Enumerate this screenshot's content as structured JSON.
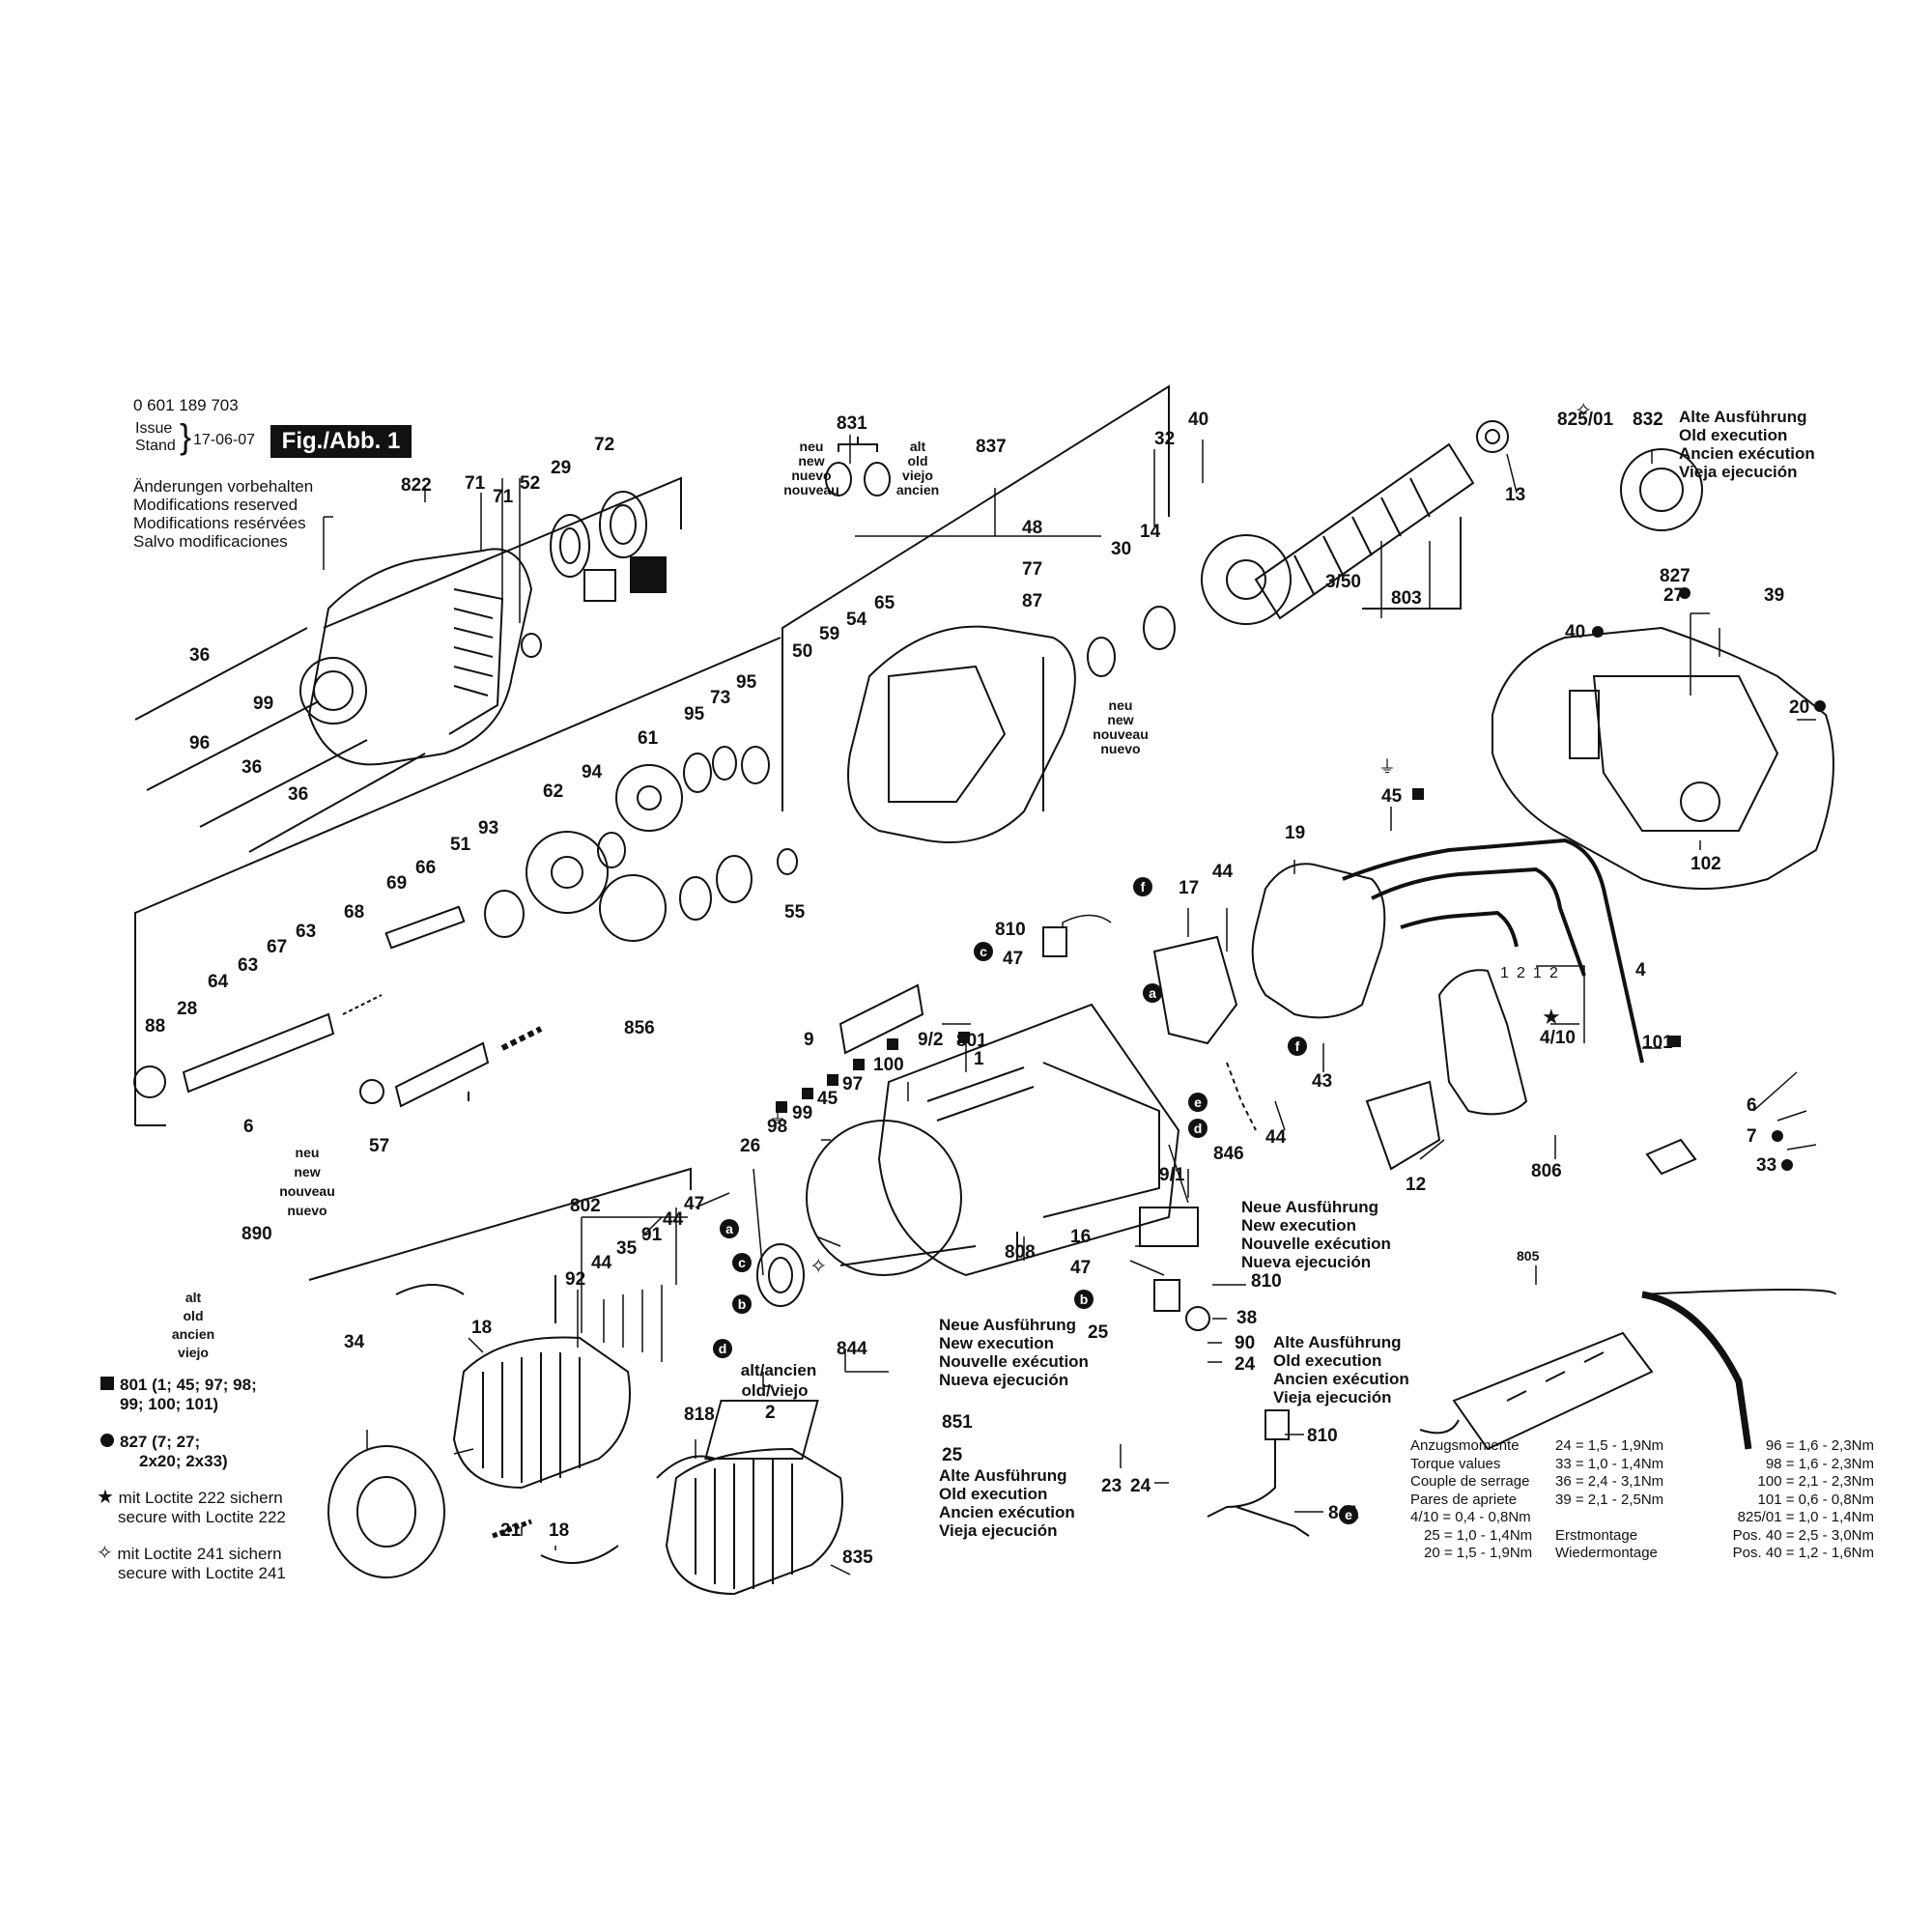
{
  "header": {
    "part_number": "0 601 189 703",
    "issue_label": "Issue",
    "stand_label": "Stand",
    "date": "17-06-07",
    "figure": "Fig./Abb. 1",
    "modifications": [
      "Änderungen vorbehalten",
      "Modifications reserved",
      "Modifications resérvées",
      "Salvo modificaciones"
    ]
  },
  "callouts": {
    "c822": "822",
    "c71a": "71",
    "c71b": "71",
    "c52": "52",
    "c29": "29",
    "c72": "72",
    "c36a": "36",
    "c99a": "99",
    "c96": "96",
    "c36b": "36",
    "c36c": "36",
    "c831": "831",
    "c837": "837",
    "c32": "32",
    "c40": "40",
    "c825": "825/01",
    "c832": "832",
    "c48": "48",
    "c77": "77",
    "c87": "87",
    "c50": "50",
    "c59": "59",
    "c54": "54",
    "c65": "65",
    "c95a": "95",
    "c73": "73",
    "c95b": "95",
    "c61": "61",
    "c94": "94",
    "c62": "62",
    "c93": "93",
    "c51": "51",
    "c30": "30",
    "c14": "14",
    "c350": "3/50",
    "c803": "803",
    "c13": "13",
    "c827": "827",
    "c27": "27",
    "c39": "39",
    "c40b": "40",
    "c20": "20",
    "c102": "102",
    "c45a": "45",
    "c19": "19",
    "c17": "17",
    "c44a": "44",
    "c810a": "810",
    "c47a": "47",
    "c801": "801",
    "c1": "1",
    "c9": "9",
    "c92": "9/2",
    "c100": "100",
    "c97": "97",
    "c45b": "45",
    "c99b": "99",
    "c98": "98",
    "c26": "26",
    "c69": "69",
    "c66": "66",
    "c68": "68",
    "c67": "67",
    "c63a": "63",
    "c63b": "63",
    "c64": "64",
    "c88": "88",
    "c28": "28",
    "c856": "856",
    "c55": "55",
    "c57": "57",
    "c6a": "6",
    "c4": "4",
    "c410": "4/10",
    "c101": "101",
    "c43": "43",
    "c846": "846",
    "c44b": "44",
    "c12": "12",
    "c806": "806",
    "c6b": "6",
    "c7": "7",
    "c33": "33",
    "c91": "9/1",
    "c802": "802",
    "c92b": "92",
    "c44c": "44",
    "c35": "35",
    "c91b": "91",
    "c44d": "44",
    "c47b": "47",
    "c890": "890",
    "c34": "34",
    "c18a": "18",
    "c21": "21",
    "c18b": "18",
    "c818": "818",
    "c2": "2",
    "c844": "844",
    "c835": "835",
    "c808": "808",
    "c16": "16",
    "c47c": "47",
    "c810b": "810",
    "c38": "38",
    "c25a": "25",
    "c90": "90",
    "c24a": "24",
    "c851": "851",
    "c25b": "25",
    "c23": "23",
    "c24b": "24",
    "c810c": "810",
    "c841": "841",
    "c805": "805"
  },
  "variants": {
    "new_top": [
      "neu",
      "new",
      "nuevo",
      "nouveau"
    ],
    "old_top": [
      "alt",
      "old",
      "viejo",
      "ancien"
    ],
    "new_mid": [
      "neu",
      "new",
      "nouveau",
      "nuevo"
    ],
    "new_left": [
      "neu",
      "new",
      "nouveau",
      "nuevo"
    ],
    "old_left": [
      "alt",
      "old",
      "ancien",
      "viejo"
    ],
    "alt_old": [
      "alt/ancien",
      "old/viejo"
    ]
  },
  "letters": {
    "a": "a",
    "b": "b",
    "c": "c",
    "d": "d",
    "e": "e",
    "f": "f"
  },
  "num_labels": {
    "n1": "1",
    "n2": "2"
  },
  "execution": {
    "old_top": [
      "Alte Ausführung",
      "Old execution",
      "Ancien exécution",
      "Vieja ejecución"
    ],
    "new_mid": [
      "Neue Ausführung",
      "New execution",
      "Nouvelle exécution",
      "Nueva ejecución"
    ],
    "new_low": [
      "Neue Ausführung",
      "New execution",
      "Nouvelle exécution",
      "Nueva ejecución"
    ],
    "old_low": [
      "Alte Ausführung",
      "Old execution",
      "Ancien exécution",
      "Vieja ejecución"
    ],
    "old_bottom": [
      "Alte Ausführung",
      "Old execution",
      "Ancien exécution",
      "Vieja ejecución"
    ]
  },
  "legend": {
    "square_set": "801 (1; 45; 97; 98;",
    "square_set2": "99; 100; 101)",
    "circle_set": "827 (7; 27;",
    "circle_set2": "2x20; 2x33)",
    "star_note": "mit Loctite 222 sichern",
    "star_note2": "secure with Loctite 222",
    "hollow_star_note": "mit Loctite 241 sichern",
    "hollow_star_note2": "secure with Loctite 241"
  },
  "torque": {
    "labels": [
      "Anzugsmomente",
      "Torque values",
      "Couple de serrage",
      "Pares de apriete",
      "4/10 = 0,4 - 0,8Nm",
      "25 = 1,0 - 1,4Nm",
      "20 = 1,5 - 1,9Nm"
    ],
    "col2": [
      "24 = 1,5 - 1,9Nm",
      "33 = 1,0 - 1,4Nm",
      "36 = 2,4 - 3,1Nm",
      "39 = 2,1 - 2,5Nm",
      "",
      "Erstmontage",
      "Wiedermontage"
    ],
    "col3": [
      "96 = 1,6 - 2,3Nm",
      "98 = 1,6 - 2,3Nm",
      "100 = 2,1 - 2,3Nm",
      "101 = 0,6 - 0,8Nm",
      "825/01 = 1,0 - 1,4Nm",
      "Pos. 40 = 2,5 - 3,0Nm",
      "Pos. 40 = 1,2 - 1,6Nm"
    ]
  }
}
